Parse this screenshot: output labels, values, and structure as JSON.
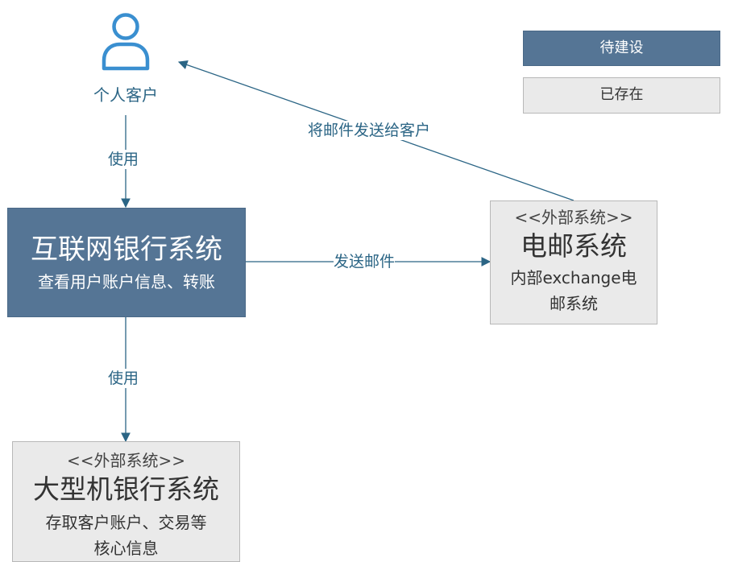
{
  "person": {
    "icon": "user-icon",
    "label": "个人客户"
  },
  "legend": {
    "to_build": "待建设",
    "existing": "已存在"
  },
  "internet_banking": {
    "title": "互联网银行系统",
    "description": "查看用户账户信息、转账"
  },
  "email_system": {
    "stereotype": "<<外部系统>>",
    "title": "电邮系统",
    "description_line1": "内部exchange电",
    "description_line2": "邮系统"
  },
  "mainframe": {
    "stereotype": "<<外部系统>>",
    "title": "大型机银行系统",
    "description_line1": "存取客户账户、交易等",
    "description_line2": "核心信息"
  },
  "edges": {
    "person_to_banking": "使用",
    "banking_to_email": "发送邮件",
    "email_to_person": "将邮件发送给客户",
    "banking_to_mainframe": "使用"
  },
  "colors": {
    "to_build": "#557595",
    "existing": "#eaeaea",
    "line": "#2b6585",
    "icon": "#3a8fd0"
  }
}
